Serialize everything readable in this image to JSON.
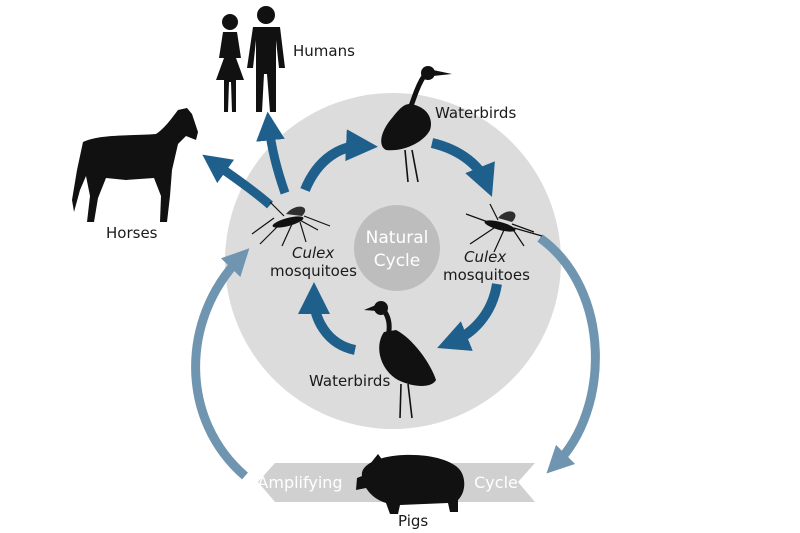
{
  "labels": {
    "humans": "Humans",
    "horses": "Horses",
    "waterbirds_top": "Waterbirds",
    "waterbirds_bottom": "Waterbirds",
    "mosquito_left_genus": "Culex",
    "mosquito_left_word": "mosquitoes",
    "mosquito_right_genus": "Culex",
    "mosquito_right_word": "mosquitoes",
    "pigs": "Pigs"
  },
  "center": {
    "line1": "Natural",
    "line2": "Cycle"
  },
  "banner": {
    "left": "Amplifying",
    "right": "Cycle"
  },
  "colors": {
    "natural_arrow": "#1f5f8b",
    "amplifying_arrow": "#6f95b0",
    "circle_fill": "#dcdcdc",
    "center_fill": "#bdbdbd",
    "banner_fill": "#d0d0d0",
    "silhouette": "#111111"
  },
  "icons": [
    "human-couple-icon",
    "horse-icon",
    "heron-icon",
    "mosquito-icon",
    "pig-icon"
  ]
}
